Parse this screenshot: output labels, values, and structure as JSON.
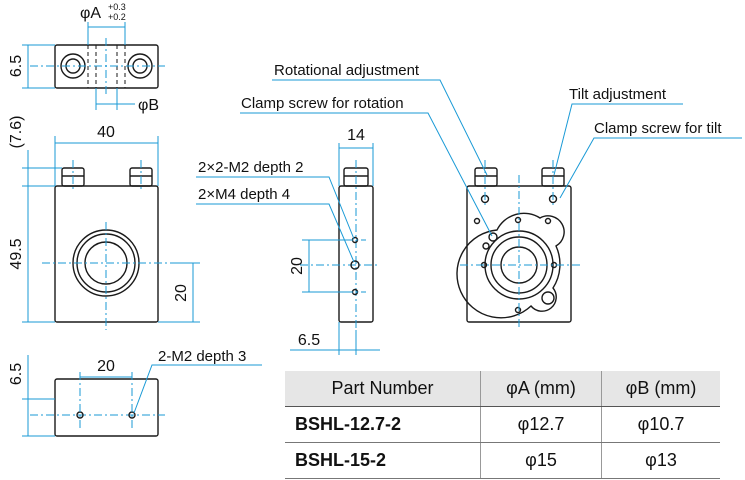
{
  "views": {
    "top": {
      "dim_height": "6.5",
      "phi_a": "φA",
      "tol_plus": "+0.3",
      "tol_minus": "+0.2",
      "phi_b": "φB"
    },
    "front": {
      "dim_width": "40",
      "dim_ref": "(7.6)",
      "dim_height": "49.5",
      "dim_center": "20"
    },
    "bottom": {
      "dim_height": "6.5",
      "dim_spacing": "20",
      "holes_note": "2-M2 depth 3"
    },
    "side": {
      "dim_width": "14",
      "dim_height": "20",
      "dim_offset": "6.5",
      "holes_note_1": "2×2-M2 depth 2",
      "holes_note_2": "2×M4 depth 4"
    },
    "rear": {
      "callout_rotation_adj": "Rotational adjustment",
      "callout_clamp_rotation": "Clamp screw for rotation",
      "callout_tilt_adj": "Tilt adjustment",
      "callout_clamp_tilt": "Clamp screw for tilt"
    }
  },
  "table": {
    "headers": [
      "Part Number",
      "φA (mm)",
      "φB (mm)"
    ],
    "rows": [
      {
        "part": "BSHL-12.7-2",
        "a": "φ12.7",
        "b": "φ10.7"
      },
      {
        "part": "BSHL-15-2",
        "a": "φ15",
        "b": "φ13"
      }
    ]
  },
  "colors": {
    "dimension_line": "#1a9ad6",
    "outline": "#1a1a1a",
    "table_header_bg": "#e6e6e6"
  }
}
